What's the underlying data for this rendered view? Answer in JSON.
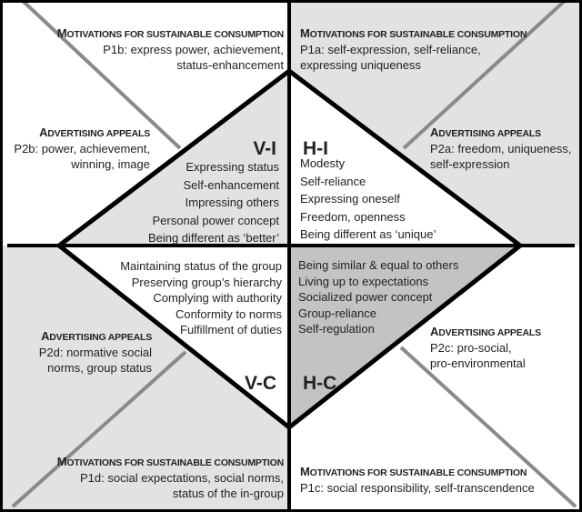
{
  "colors": {
    "light_gray": "#e2e2e2",
    "dark_gray": "#c3c3c3",
    "line": "#000000",
    "diagonal": "#8a8a8a"
  },
  "quadrants": {
    "vi": {
      "label": "V-I",
      "motivation_header": "Motivations for sustainable consumption",
      "motivation_lines": [
        "P1b:  express power, achievement,",
        "status-enhancement"
      ],
      "appeal_header": "Advertising appeals",
      "appeal_lines": [
        "P2b:  power, achievement,",
        "winning, image"
      ],
      "items": [
        "Expressing status",
        "Self-enhancement",
        "Impressing others",
        "Personal power concept",
        "Being different as ‘better’"
      ]
    },
    "hi": {
      "label": "H-I",
      "motivation_header": "Motivations for sustainable consumption",
      "motivation_lines": [
        "P1a:  self-expression, self-reliance,",
        "expressing uniqueness"
      ],
      "appeal_header": "Advertising appeals",
      "appeal_lines": [
        "P2a:  freedom, uniqueness,",
        "self-expression"
      ],
      "items": [
        "Modesty",
        "Self-reliance",
        "Expressing oneself",
        "Freedom, openness",
        "Being different as ‘unique’"
      ]
    },
    "vc": {
      "label": "V-C",
      "motivation_header": "Motivations for sustainable consumption",
      "motivation_lines": [
        "P1d:  social expectations, social norms,",
        "status of the in-group"
      ],
      "appeal_header": "Advertising appeals",
      "appeal_lines": [
        "P2d:  normative social",
        "norms, group status"
      ],
      "items": [
        "Maintaining status of the group",
        "Preserving group’s hierarchy",
        "Complying with authority",
        "Conformity to norms",
        "Fulfillment of duties"
      ]
    },
    "hc": {
      "label": "H-C",
      "motivation_header": "Motivations for sustainable consumption",
      "motivation_lines": [
        "P1c:  social responsibility, self-transcendence"
      ],
      "appeal_header": "Advertising appeals",
      "appeal_lines": [
        "P2c:  pro-social,",
        "pro-environmental"
      ],
      "items": [
        "Being similar & equal to others",
        "Living up to expectations",
        "Socialized power concept",
        "Group-reliance",
        "Self-regulation"
      ]
    }
  }
}
